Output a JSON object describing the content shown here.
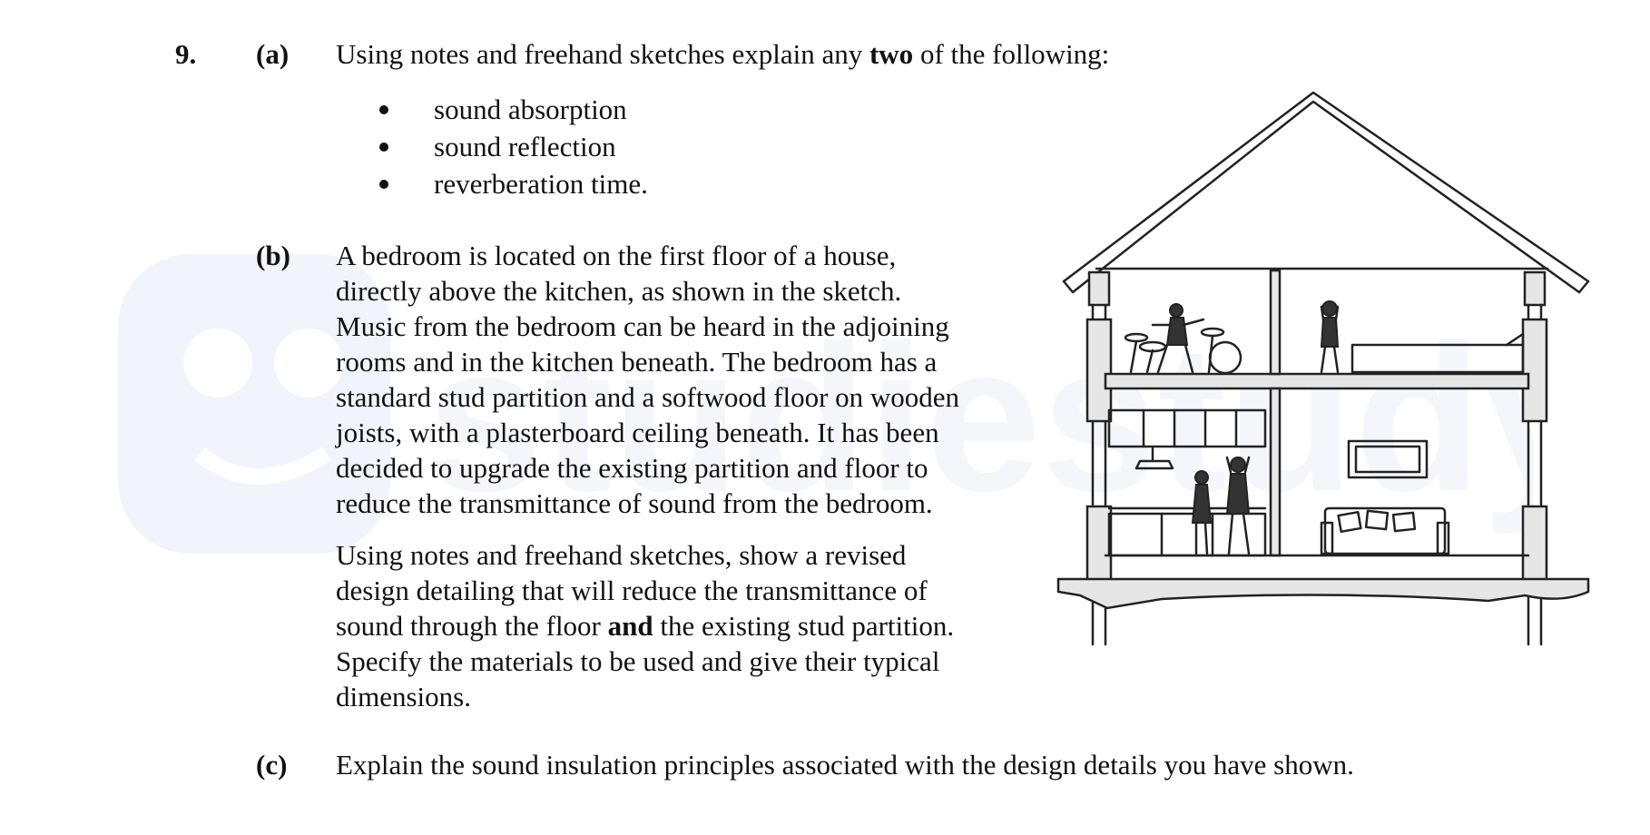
{
  "question": {
    "number": "9.",
    "part_a": {
      "label": "(a)",
      "intro_pre": "Using notes and freehand sketches explain any ",
      "intro_bold": "two",
      "intro_post": " of the following:",
      "items": [
        "sound absorption",
        "sound reflection",
        "reverberation time."
      ]
    },
    "part_b": {
      "label": "(b)",
      "paragraph_1_lines": [
        "A bedroom is located on the first floor of a house,",
        "directly above the kitchen, as shown in the sketch.",
        "Music from the bedroom can be heard in the adjoining",
        "rooms and in the kitchen beneath.  The bedroom has a",
        "standard stud partition and a softwood floor on wooden",
        "joists, with a plasterboard ceiling beneath.  It has been",
        "decided to upgrade the existing partition and floor to",
        "reduce the transmittance of sound from the bedroom."
      ],
      "paragraph_2_line_1": "Using notes and freehand sketches, show a revised",
      "paragraph_2_line_2": "design detailing that will reduce the transmittance of",
      "paragraph_2_line_3_pre": "sound through the floor ",
      "paragraph_2_line_3_bold": "and",
      "paragraph_2_line_3_post": " the existing stud partition.",
      "paragraph_2_line_4": "Specify the materials to be used and give their typical",
      "paragraph_2_line_5": "dimensions."
    },
    "part_c": {
      "label": "(c)",
      "text": "Explain the sound insulation principles associated with the design details you have shown."
    }
  },
  "figure": {
    "description_icon": "house-cross-section-sketch",
    "line_color": "#222222",
    "fill_color": "#e6e6e6"
  },
  "watermark_color": "#eef2fb"
}
